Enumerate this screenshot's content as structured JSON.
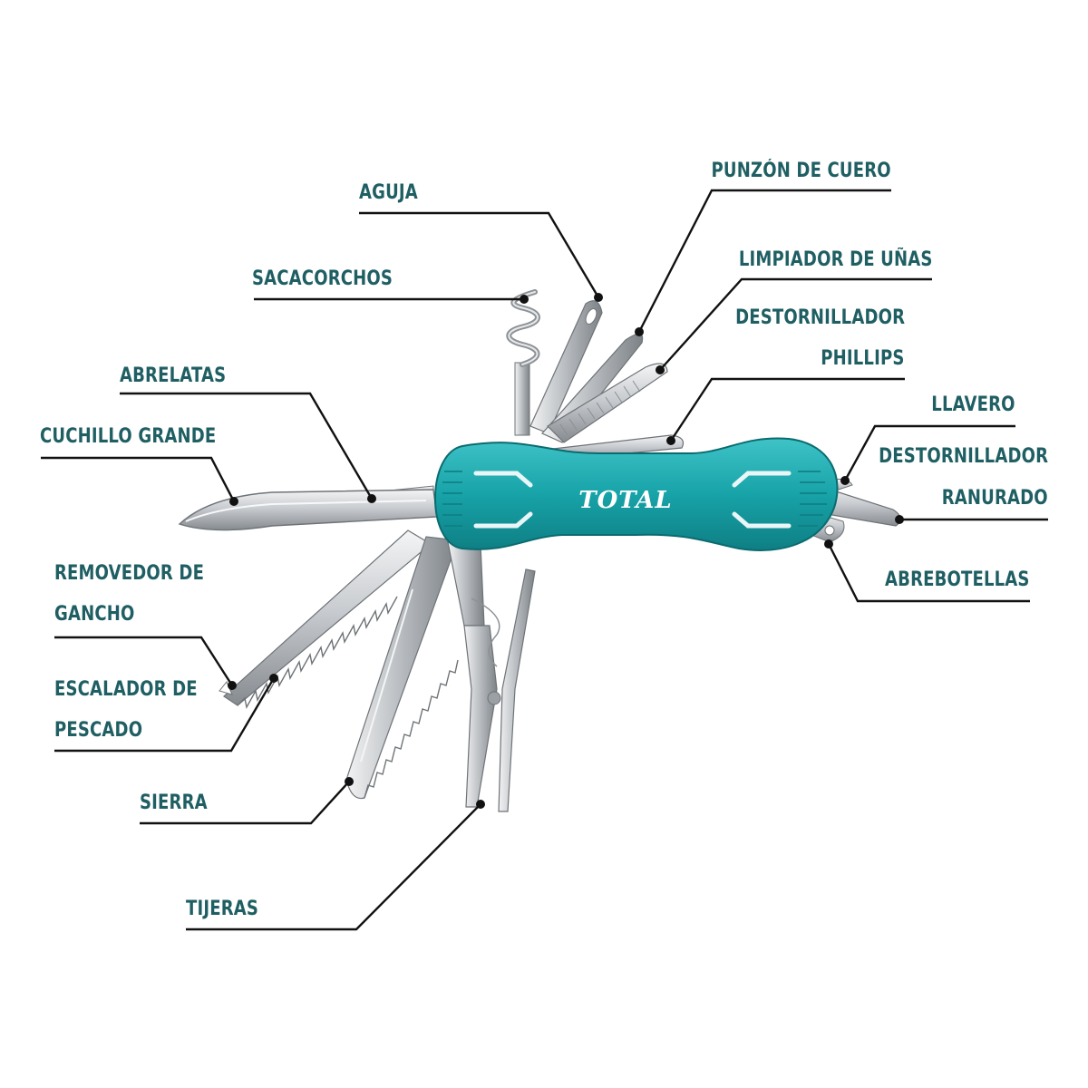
{
  "brand": {
    "logo_text": "TOTAL",
    "handle_color": "#17a3a8",
    "handle_dark": "#0e7f84",
    "steel_light": "#e8eaec",
    "steel_mid": "#b9bdc1",
    "steel_dark": "#7d8286",
    "label_color": "#1f5f63"
  },
  "callouts": {
    "aguja": "AGUJA",
    "punzon": "PUNZÓN DE CUERO",
    "sacacorchos": "SACACORCHOS",
    "limpiador": "LIMPIADOR DE UÑAS",
    "phillips": {
      "line1": "DESTORNILLADOR",
      "line2": "PHILLIPS"
    },
    "abrelatas": "ABRELATAS",
    "llavero": "LLAVERO",
    "cuchillo": "CUCHILLO GRANDE",
    "ranurado": {
      "line1": "DESTORNILLADOR",
      "line2": "RANURADO"
    },
    "removedor": {
      "line1": "REMOVEDOR DE",
      "line2": "GANCHO"
    },
    "abrebotellas": "ABREBOTELLAS",
    "escalador": {
      "line1": "ESCALADOR DE",
      "line2": "PESCADO"
    },
    "sierra": "SIERRA",
    "tijeras": "TIJERAS"
  }
}
